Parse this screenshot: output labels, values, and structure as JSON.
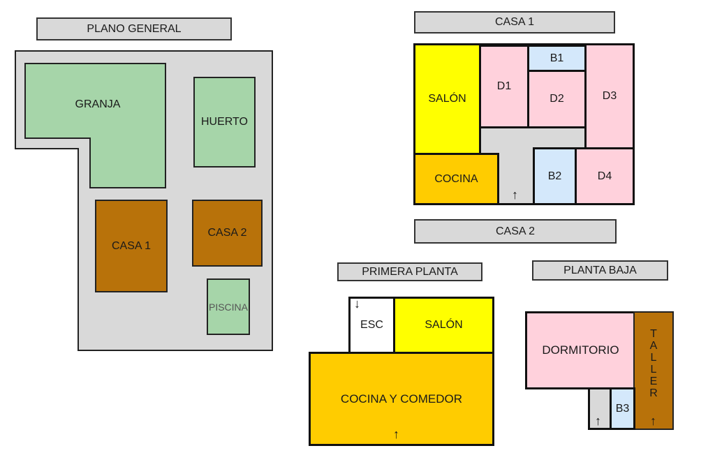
{
  "titles": {
    "general": "PLANO GENERAL",
    "casa1": "CASA 1",
    "casa2": "CASA 2",
    "primera": "PRIMERA PLANTA",
    "baja": "PLANTA BAJA"
  },
  "general": {
    "granja": "GRANJA",
    "huerto": "HUERTO",
    "casa1": "CASA 1",
    "casa2": "CASA 2",
    "piscina": "PISCINA"
  },
  "casa1": {
    "salon": "SALÓN",
    "cocina": "COCINA",
    "d1": "D1",
    "b1": "B1",
    "d2": "D2",
    "d3": "D3",
    "b2": "B2",
    "d4": "D4"
  },
  "primera": {
    "esc": "ESC",
    "salon": "SALÓN",
    "cocina": "COCINA Y COMEDOR"
  },
  "baja": {
    "dormitorio": "DORMITORIO",
    "taller": [
      "T",
      "A",
      "L",
      "L",
      "E",
      "R"
    ],
    "b3": "B3"
  },
  "colors": {
    "green": "#a6d5a9",
    "brown": "#b8720a",
    "yellow": "#ffff00",
    "orange": "#ffcc00",
    "pink": "#ffd1dc",
    "blue": "#d4e8fb",
    "gray": "#d9d9d9"
  }
}
